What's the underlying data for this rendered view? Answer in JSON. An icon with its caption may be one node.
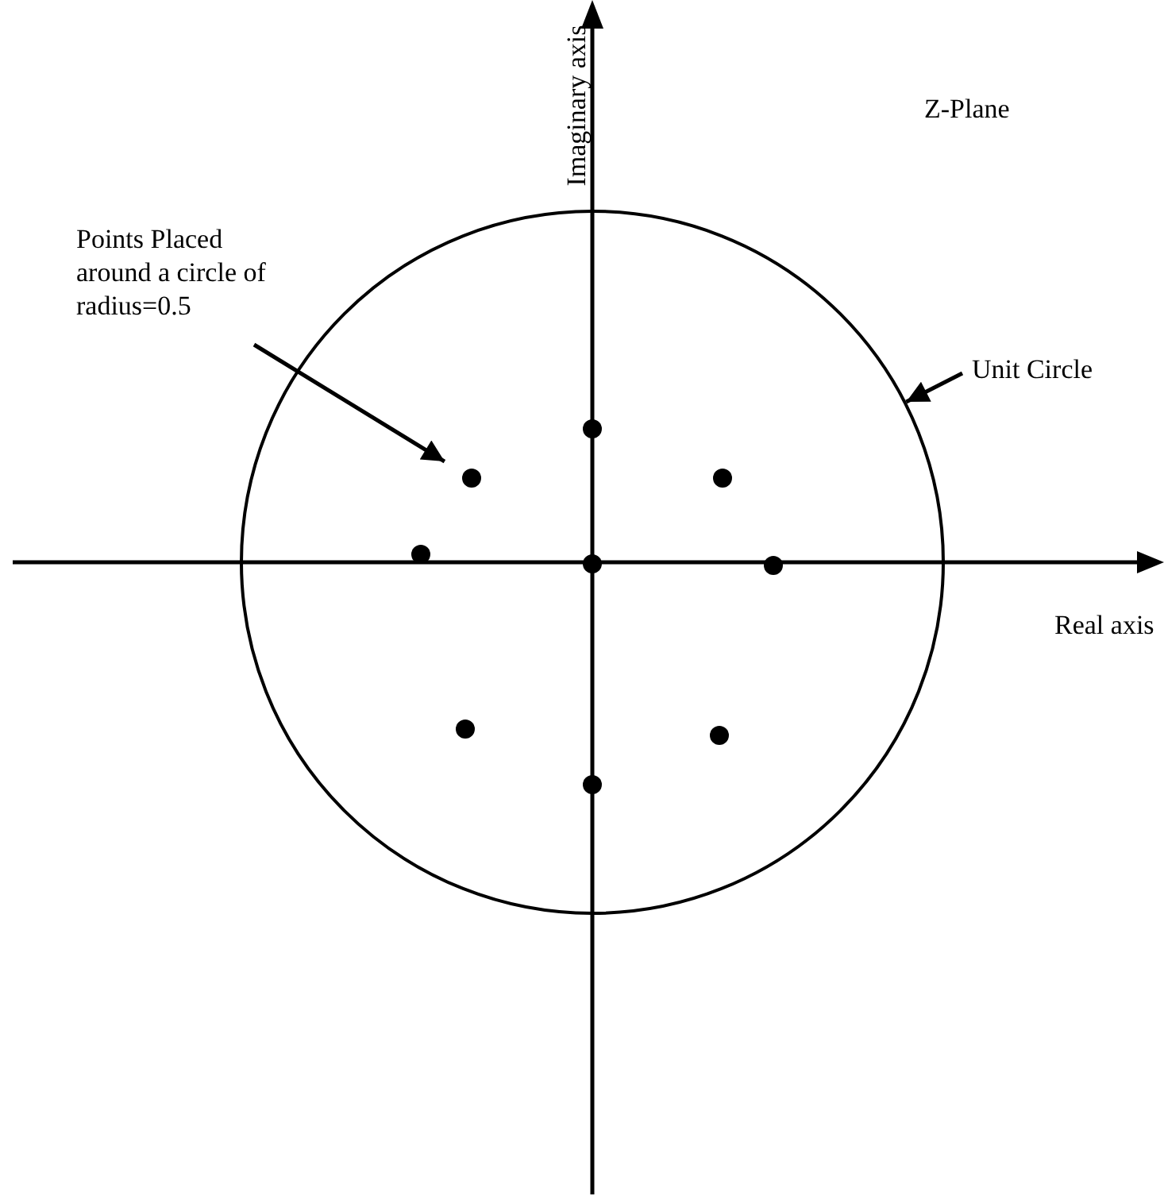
{
  "diagram": {
    "nodes": [
      {
        "text": [],
        "shape": "circle"
      },
      {
        "text": [
          "Points Placed around a circle of radius=0.5"
        ]
      },
      {
        "text": [
          "Unit Circle"
        ]
      },
      {
        "text": [],
        "shape": "circle",
        "in": 0
      },
      {
        "text": [],
        "shape": "circle",
        "in": 0
      },
      {
        "text": [],
        "shape": "circle",
        "in": 0
      },
      {
        "text": [],
        "shape": "circle",
        "in": 0
      },
      {
        "text": [],
        "shape": "circle",
        "in": 0
      },
      {
        "text": [],
        "shape": "circle",
        "in": 0
      },
      {
        "text": [],
        "shape": "circle",
        "in": 0
      },
      {
        "text": [],
        "shape": "circle",
        "in": 0
      },
      {
        "text": [],
        "shape": "circle",
        "in": 0
      }
    ],
    "edges": [
      {
        "from": 1,
        "to": 4,
        "arrow": "to"
      },
      {
        "from": 2,
        "to": 0,
        "arrow": "to"
      }
    ],
    "labels": [
      "Imaginary axis",
      "Z-Plane",
      "Real axis"
    ]
  }
}
